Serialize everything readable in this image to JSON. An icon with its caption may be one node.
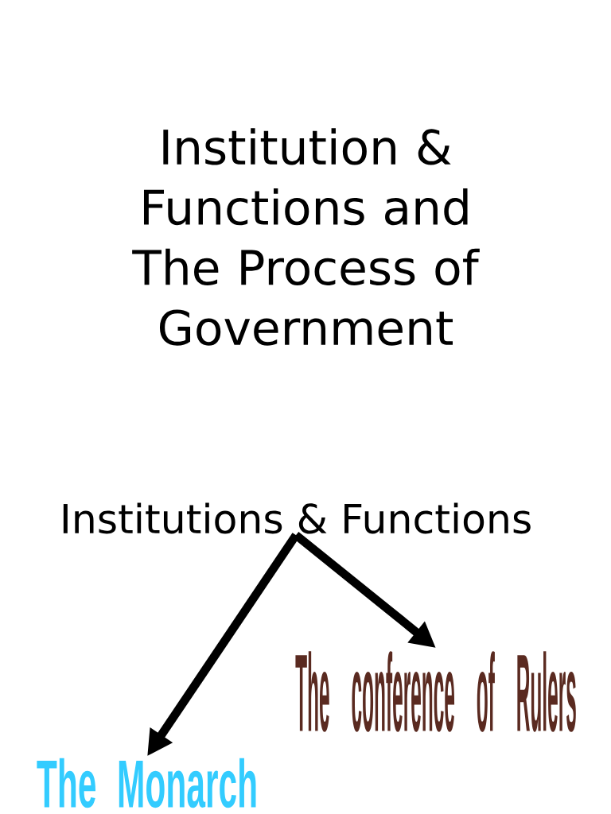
{
  "diagram": {
    "title": "Institution & Functions and The Process of Government",
    "nodes": [
      {
        "text": [
          "Institutions & Functions"
        ]
      },
      {
        "text": [
          "The conference of Rulers"
        ]
      },
      {
        "text": [
          "The Monarch"
        ]
      }
    ],
    "edges": [
      {
        "from": 0,
        "to": 1,
        "arrow": "to"
      },
      {
        "from": 0,
        "to": 2,
        "arrow": "to"
      }
    ]
  }
}
